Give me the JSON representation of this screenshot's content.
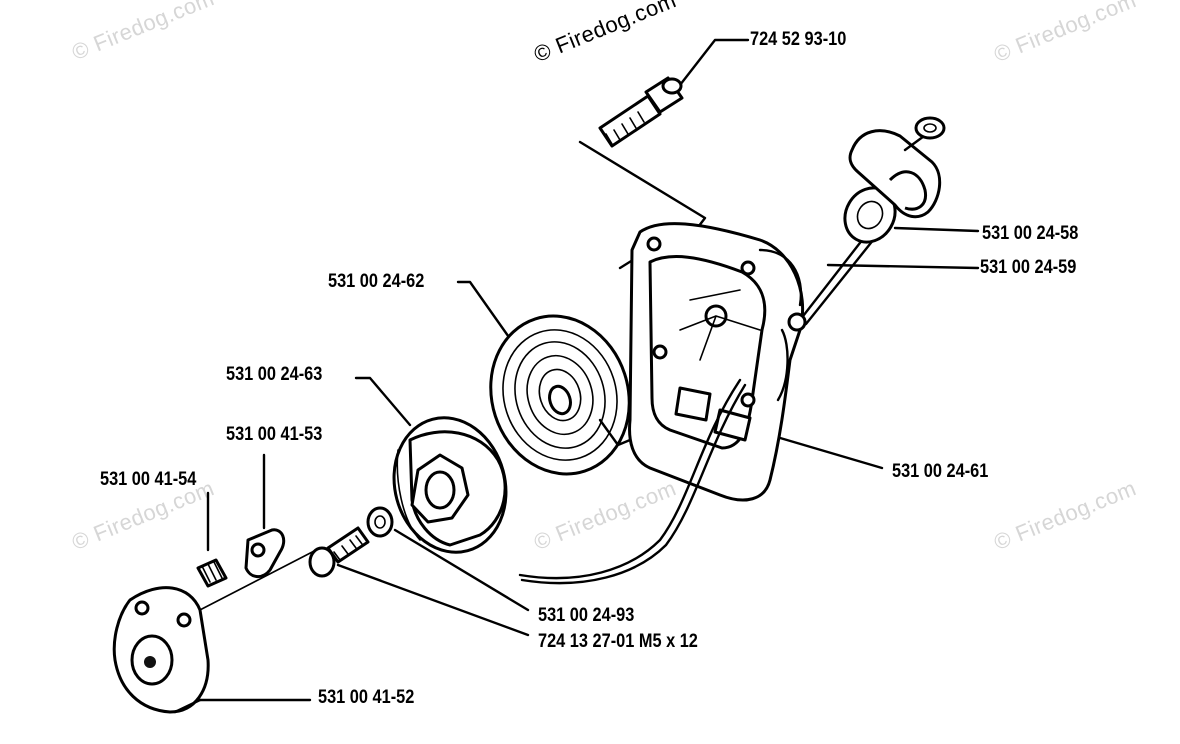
{
  "watermark": "© Firedog.com",
  "labels": {
    "bolt": "724 52 93-10",
    "handle": "531 00 24-58",
    "rope": "531 00 24-59",
    "spring": "531 00 24-62",
    "pulley": "531 00 24-63",
    "pawl": "531 00 41-53",
    "pawl_spring": "531 00 41-54",
    "housing": "531 00 24-61",
    "washer": "531 00 24-93",
    "screw": "724 13 27-01 M5 x 12",
    "flywheel_hub": "531 00 41-52"
  }
}
